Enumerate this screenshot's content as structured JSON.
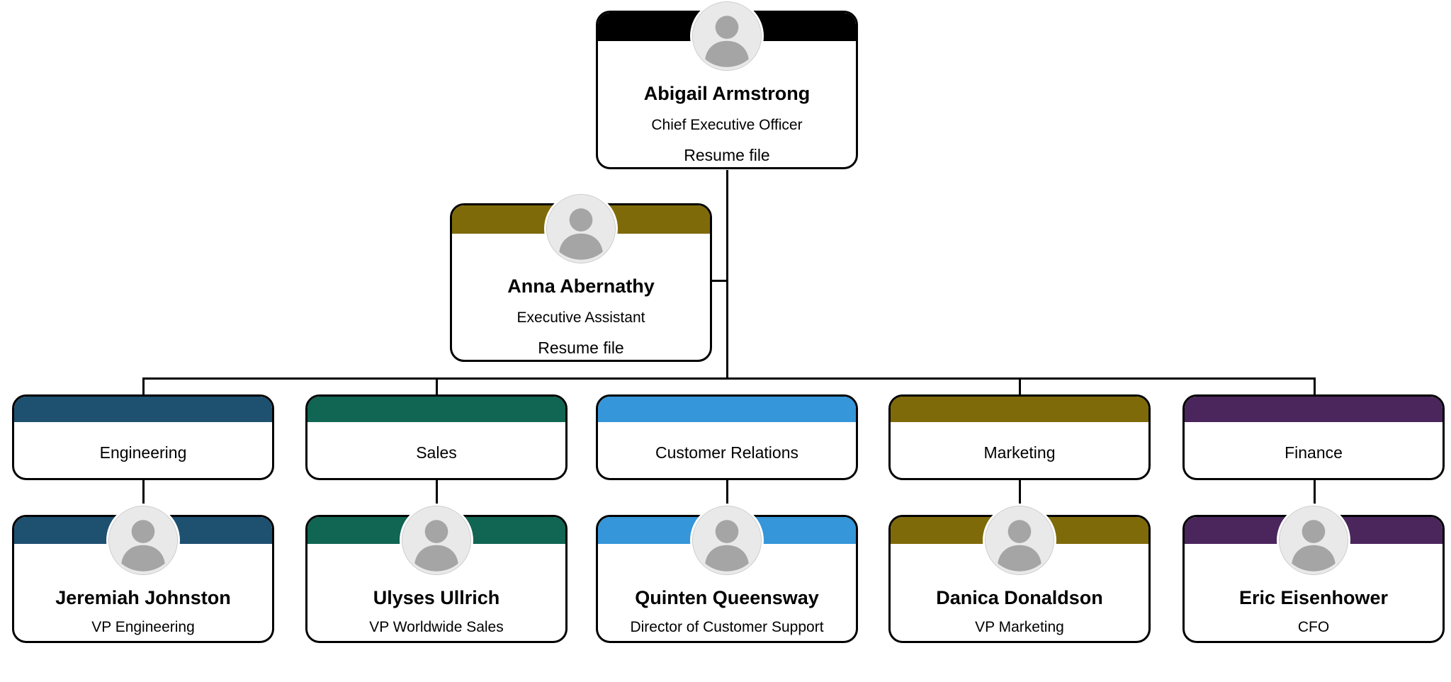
{
  "palette": {
    "line": "#000000",
    "card_bg": "#ffffff",
    "card_border": "#000000"
  },
  "ceo": {
    "name": "Abigail Armstrong",
    "title": "Chief Executive Officer",
    "link_label": "Resume file",
    "header_color": "#000000"
  },
  "assistant": {
    "name": "Anna Abernathy",
    "title": "Executive Assistant",
    "link_label": "Resume file",
    "header_color": "#7f6a0a"
  },
  "departments": [
    {
      "label": "Engineering",
      "header_color": "#1e5070",
      "lead": {
        "name": "Jeremiah Johnston",
        "title": "VP Engineering"
      }
    },
    {
      "label": "Sales",
      "header_color": "#106553",
      "lead": {
        "name": "Ulyses Ullrich",
        "title": "VP Worldwide Sales"
      }
    },
    {
      "label": "Customer Relations",
      "header_color": "#3596d9",
      "lead": {
        "name": "Quinten Queensway",
        "title": "Director of Customer Support"
      }
    },
    {
      "label": "Marketing",
      "header_color": "#7f6a0a",
      "lead": {
        "name": "Danica Donaldson",
        "title": "VP Marketing"
      }
    },
    {
      "label": "Finance",
      "header_color": "#4a265c",
      "lead": {
        "name": "Eric Eisenhower",
        "title": "CFO"
      }
    }
  ]
}
